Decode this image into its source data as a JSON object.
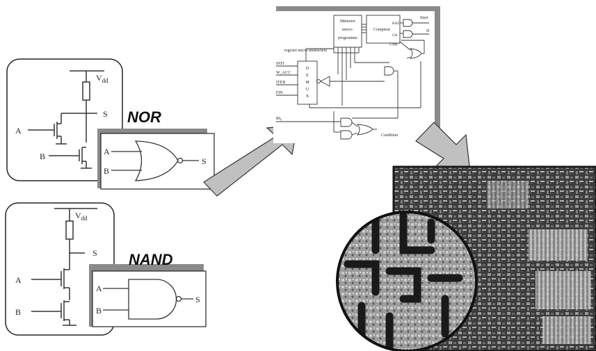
{
  "nor_panel": {
    "title": "NOR",
    "transistor_labels": {
      "supply": "V",
      "supply_sub": "dd",
      "output": "S",
      "input_a": "A",
      "input_b": "B"
    },
    "gate_labels": {
      "input_a": "A",
      "input_b": "B",
      "output": "S"
    }
  },
  "nand_panel": {
    "title": "NAND",
    "transistor_labels": {
      "supply": "V",
      "supply_sub": "dd",
      "output": "S",
      "input_a": "A",
      "input_b": "B"
    },
    "gate_labels": {
      "input_a": "A",
      "input_b": "B",
      "output": "S"
    }
  },
  "schematic": {
    "memory_label_lines": [
      "Mémoire",
      "micro-",
      "programme"
    ],
    "counter_label": "Compteur",
    "raz_label": "RAZ",
    "clk_label": "Clk",
    "chrgt_label": "Chrgt /",
    "start_label": "Start",
    "h_label": "H",
    "register_label": "registre micro-instruction",
    "demux_letters": [
      "D",
      "E",
      "M",
      "U",
      "X"
    ],
    "inputs": [
      "INIT",
      "W_ACC",
      "ITER",
      "FIN"
    ],
    "ri_label": "RI",
    "ri_sub": "0",
    "condition_label": "Condition"
  },
  "colors": {
    "panel_border": "#222222",
    "shadow": "#8a8a8a",
    "arrow_fill": "#c0c0c0",
    "chip_bg": "#3a3a3a"
  }
}
